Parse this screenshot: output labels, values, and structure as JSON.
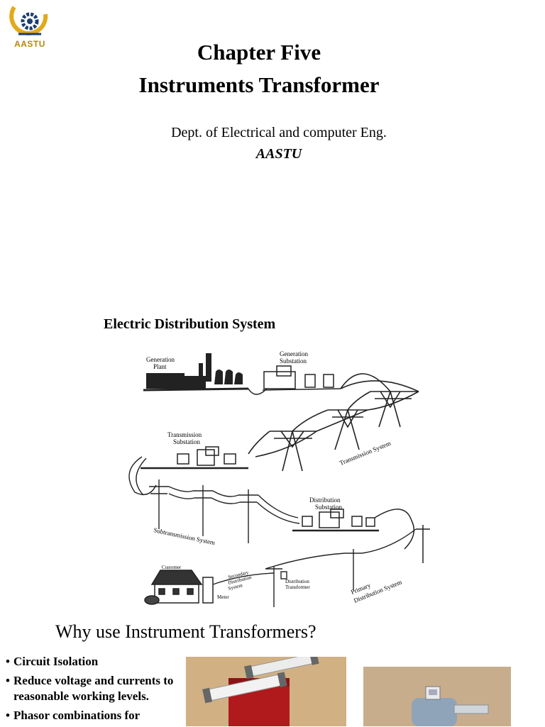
{
  "header": {
    "logo_text": "AASTU",
    "chapter_title": "Chapter Five",
    "subject_title": "Instruments Transformer",
    "department": "Dept. of Electrical and computer Eng.",
    "organization": "AASTU"
  },
  "section_distribution": {
    "title": "Electric Distribution System",
    "diagram_labels": {
      "generation_plant": [
        "Generation",
        "Plant"
      ],
      "generation_substation": [
        "Generation",
        "Substation"
      ],
      "transmission_substation": [
        "Transmission",
        "Substation"
      ],
      "transmission_system": "Transmission System",
      "distribution_substation": [
        "Distribution",
        "Substation"
      ],
      "subtransmission_system": "Subtransmission System",
      "customer": "Customer",
      "meter": "Meter",
      "secondary_distribution": [
        "Secondary",
        "Distribution",
        "System"
      ],
      "distribution_transformer": [
        "Distribution",
        "Transformer"
      ],
      "primary_distribution": [
        "Primary",
        "Distribution System"
      ]
    }
  },
  "section_why": {
    "title": "Why use Instrument Transformers?",
    "bullets": [
      "Circuit Isolation",
      "Reduce voltage and currents to reasonable working levels.",
      "Phasor combinations for"
    ]
  }
}
